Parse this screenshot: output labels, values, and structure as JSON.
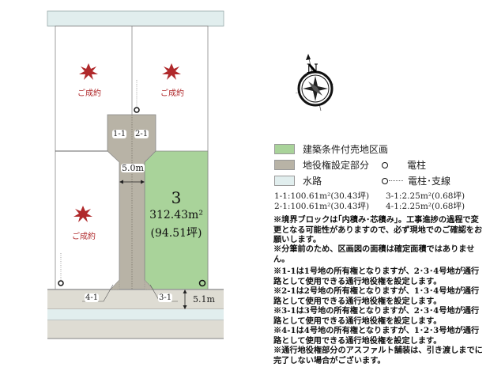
{
  "plan": {
    "lots": [
      {
        "id": "1",
        "status": "ご成約"
      },
      {
        "id": "2",
        "status": "ご成約"
      },
      {
        "id": "3",
        "number": "3",
        "area_m2": "312.43m²",
        "area_tsubo": "(94.51坪)",
        "status": "available"
      },
      {
        "id": "4",
        "status": "ご成約"
      }
    ],
    "easement_labels": [
      "1-1",
      "2-1",
      "3-1",
      "4-1"
    ],
    "dimensions": {
      "passage_width": "5.0m",
      "road_width": "5.1m"
    },
    "colors": {
      "green_lot": "#a9d39a",
      "easement": "#b8b3a6",
      "water": "#e1eeee",
      "road": "#dedcd3",
      "sold_text": "#b0292b"
    }
  },
  "compass": {
    "label": "N"
  },
  "legend": {
    "items": [
      {
        "label": "建築条件付売地区画",
        "color": "#a9d39a",
        "icon": "swatch"
      },
      {
        "label": "地役権設定部分",
        "color": "#b8b3a6",
        "icon": "swatch"
      },
      {
        "label": "水路",
        "color": "#e1eeee",
        "icon": "swatch"
      },
      {
        "label": "電柱",
        "icon": "pole-circle"
      },
      {
        "label": "電柱･支線",
        "icon": "pole-guy-wire"
      }
    ],
    "areas": [
      "1-1:100.61m²(30.43坪)",
      "3-1:2.25m²(0.68坪)",
      "2-1:100.61m²(30.43坪)",
      "4-1:2.25m²(0.68坪)"
    ]
  },
  "notes": [
    "※境界ブロックは｢内積み･芯積み｣。工事進捗の過程で変更となる可能性がありますので、必ず現地でのご確認をお願いします。",
    "※分筆前のため、区画図の面積は確定面積ではありません。",
    "※1-1は1号地の所有権となりますが、2･3･4号地が通行路として使用できる通行地役権を設定します。",
    "※2-1は2号地の所有権となりますが、1･3･4号地が通行路として使用できる通行地役権を設定します。",
    "※3-1は3号地の所有権となりますが、2･3･4号地が通行路として使用できる通行地役権を設定します。",
    "※4-1は4号地の所有権となりますが、1･2･3号地が通行路として使用できる通行地役権を設定します。",
    "※通行地役権部分のアスファルト舗装は、引き渡しまでに完了しない場合がございます。"
  ]
}
